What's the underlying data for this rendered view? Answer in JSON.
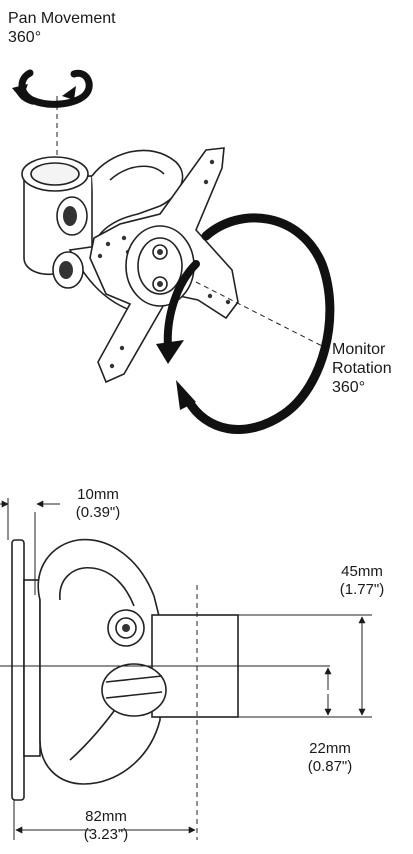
{
  "labels": {
    "pan_line1": "Pan Movement",
    "pan_line2": "360°",
    "rotation_line1": "Monitor",
    "rotation_line2": "Rotation",
    "rotation_line3": "360°"
  },
  "dimensions": {
    "top_offset_mm": "10mm",
    "top_offset_in": "(0.39\")",
    "height_mm": "45mm",
    "height_in": "(1.77\")",
    "center_mm": "22mm",
    "center_in": "(0.87\")",
    "depth_mm": "82mm",
    "depth_in": "(3.23\")"
  }
}
